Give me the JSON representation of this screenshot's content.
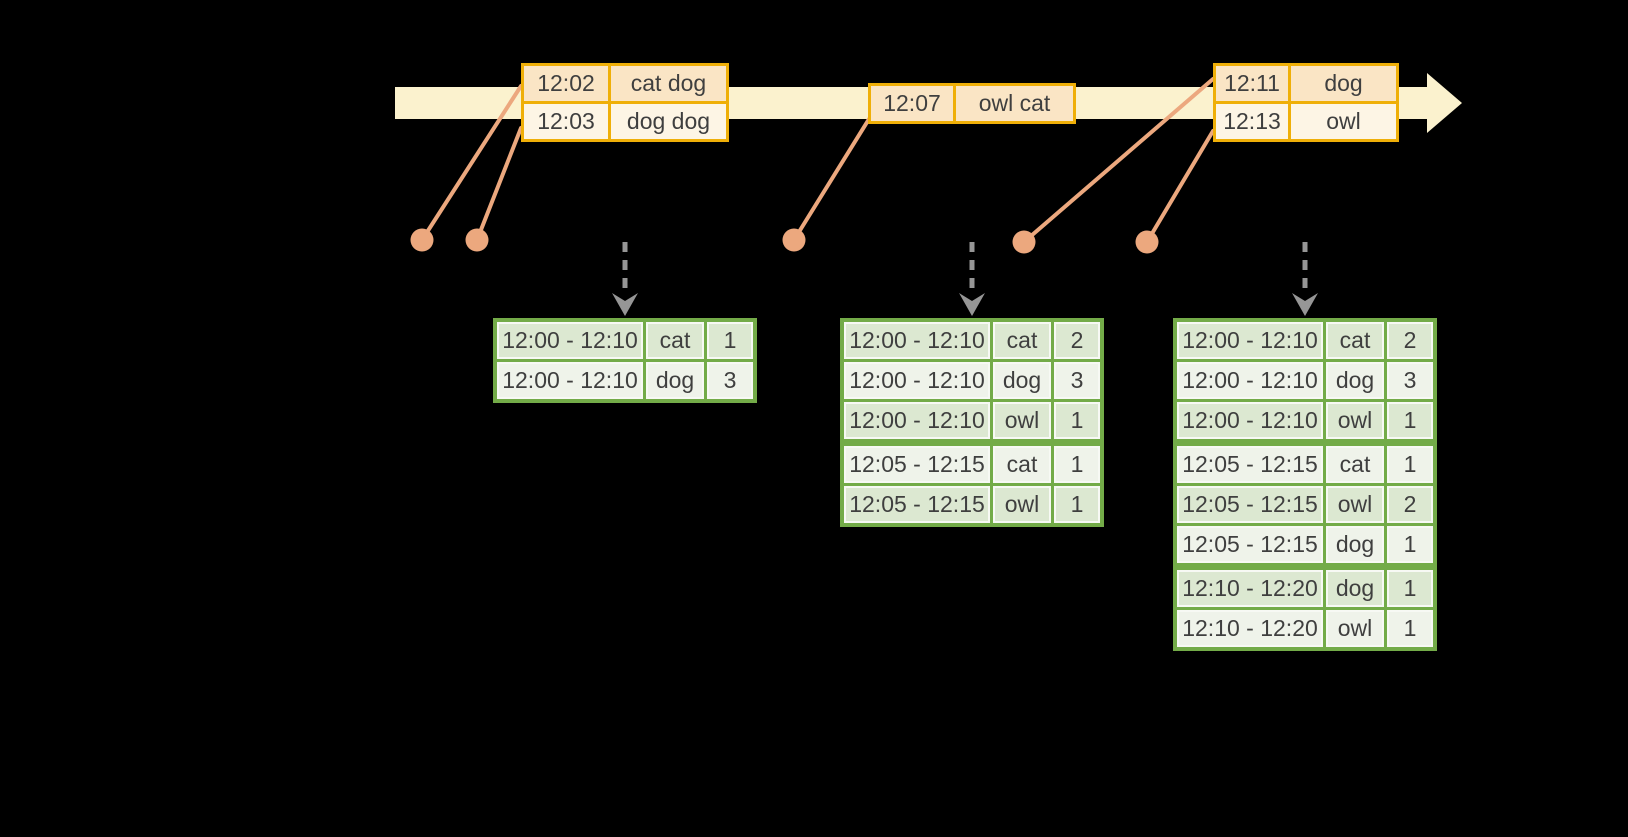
{
  "colors": {
    "background": "#000000",
    "timeline_band": "#FBF2CE",
    "event_box_border": "#EFAF08",
    "event_row_dark": "#FAE5C5",
    "event_row_light": "#FDF5E5",
    "connector_and_dots": "#ECA87E",
    "result_table_border": "#73AB48",
    "result_row_dark": "#DCE8D1",
    "result_row_light": "#EFF3EA",
    "trigger_arrow_gray": "#969696",
    "text": "#3F3F3F"
  },
  "icons": {
    "timeline_arrowhead": "right-arrowhead-icon",
    "trigger_arrow": "dashed-down-arrow-icon",
    "event_marker": "circle-dot-icon"
  },
  "timeline": {
    "events": [
      {
        "rows": [
          {
            "time": "12:02",
            "words": "cat dog"
          },
          {
            "time": "12:03",
            "words": "dog dog"
          }
        ]
      },
      {
        "rows": [
          {
            "time": "12:07",
            "words": "owl cat"
          }
        ]
      },
      {
        "rows": [
          {
            "time": "12:11",
            "words": "dog"
          },
          {
            "time": "12:13",
            "words": "owl"
          }
        ]
      }
    ]
  },
  "result_tables": [
    {
      "groups": [
        [
          {
            "window": "12:00 - 12:10",
            "word": "cat",
            "count": 1
          },
          {
            "window": "12:00 - 12:10",
            "word": "dog",
            "count": 3
          }
        ]
      ]
    },
    {
      "groups": [
        [
          {
            "window": "12:00 - 12:10",
            "word": "cat",
            "count": 2
          },
          {
            "window": "12:00 - 12:10",
            "word": "dog",
            "count": 3
          },
          {
            "window": "12:00 - 12:10",
            "word": "owl",
            "count": 1
          }
        ],
        [
          {
            "window": "12:05 - 12:15",
            "word": "cat",
            "count": 1
          },
          {
            "window": "12:05 - 12:15",
            "word": "owl",
            "count": 1
          }
        ]
      ]
    },
    {
      "groups": [
        [
          {
            "window": "12:00 - 12:10",
            "word": "cat",
            "count": 2
          },
          {
            "window": "12:00 - 12:10",
            "word": "dog",
            "count": 3
          },
          {
            "window": "12:00 - 12:10",
            "word": "owl",
            "count": 1
          }
        ],
        [
          {
            "window": "12:05 - 12:15",
            "word": "cat",
            "count": 1
          },
          {
            "window": "12:05 - 12:15",
            "word": "owl",
            "count": 2
          },
          {
            "window": "12:05 - 12:15",
            "word": "dog",
            "count": 1
          }
        ],
        [
          {
            "window": "12:10 - 12:20",
            "word": "dog",
            "count": 1
          },
          {
            "window": "12:10 - 12:20",
            "word": "owl",
            "count": 1
          }
        ]
      ]
    }
  ]
}
